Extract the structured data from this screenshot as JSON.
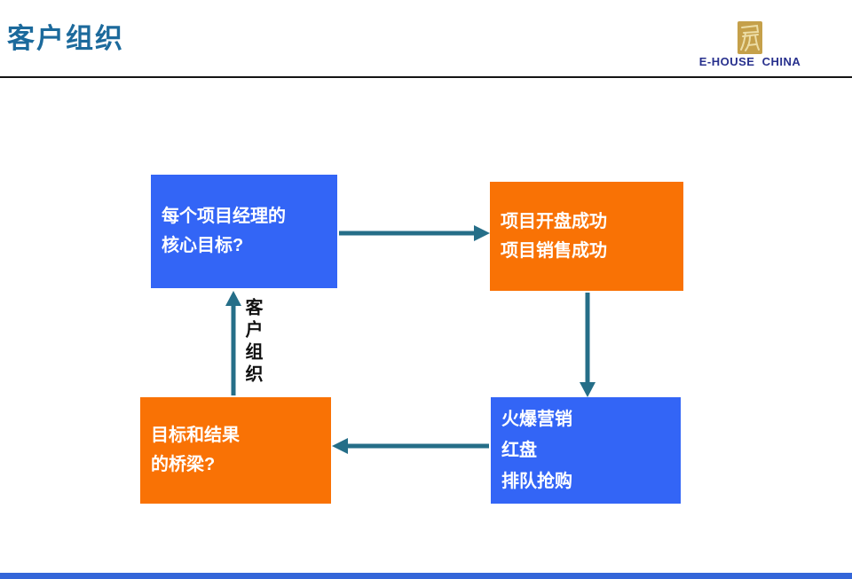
{
  "slide": {
    "title": "客户组织",
    "logo": {
      "brand": "E-HOUSE CHINA",
      "seal_icon": "ehouse-gold-seal"
    },
    "boxes": [
      {
        "id": "core-goal",
        "color": "blue",
        "lines": [
          "每个项目经理的",
          "核心目标?"
        ]
      },
      {
        "id": "success",
        "color": "orange",
        "lines": [
          "项目开盘成功",
          "项目销售成功"
        ]
      },
      {
        "id": "marketing",
        "color": "blue",
        "lines": [
          "火爆营销",
          "红盘",
          "排队抢购"
        ]
      },
      {
        "id": "bridge",
        "color": "orange",
        "lines": [
          "目标和结果",
          "的桥梁?"
        ]
      }
    ],
    "arrows": [
      {
        "from": "core-goal",
        "to": "success",
        "direction": "right"
      },
      {
        "from": "success",
        "to": "marketing",
        "direction": "down"
      },
      {
        "from": "marketing",
        "to": "bridge",
        "direction": "left"
      },
      {
        "from": "bridge",
        "to": "core-goal",
        "direction": "up"
      }
    ],
    "cycle_label": "客户组织",
    "colors": {
      "title_text": "#1c6a9c",
      "blue_box": "#3365f6",
      "orange_box": "#f97205",
      "box_text": "#ffffff",
      "arrow": "#256e88",
      "brand_navy": "#27308d",
      "seal_gold": "#c5a04a",
      "divider": "#141414",
      "bottom_bar": "#3466d9",
      "cycle_label_text": "#111111"
    }
  }
}
